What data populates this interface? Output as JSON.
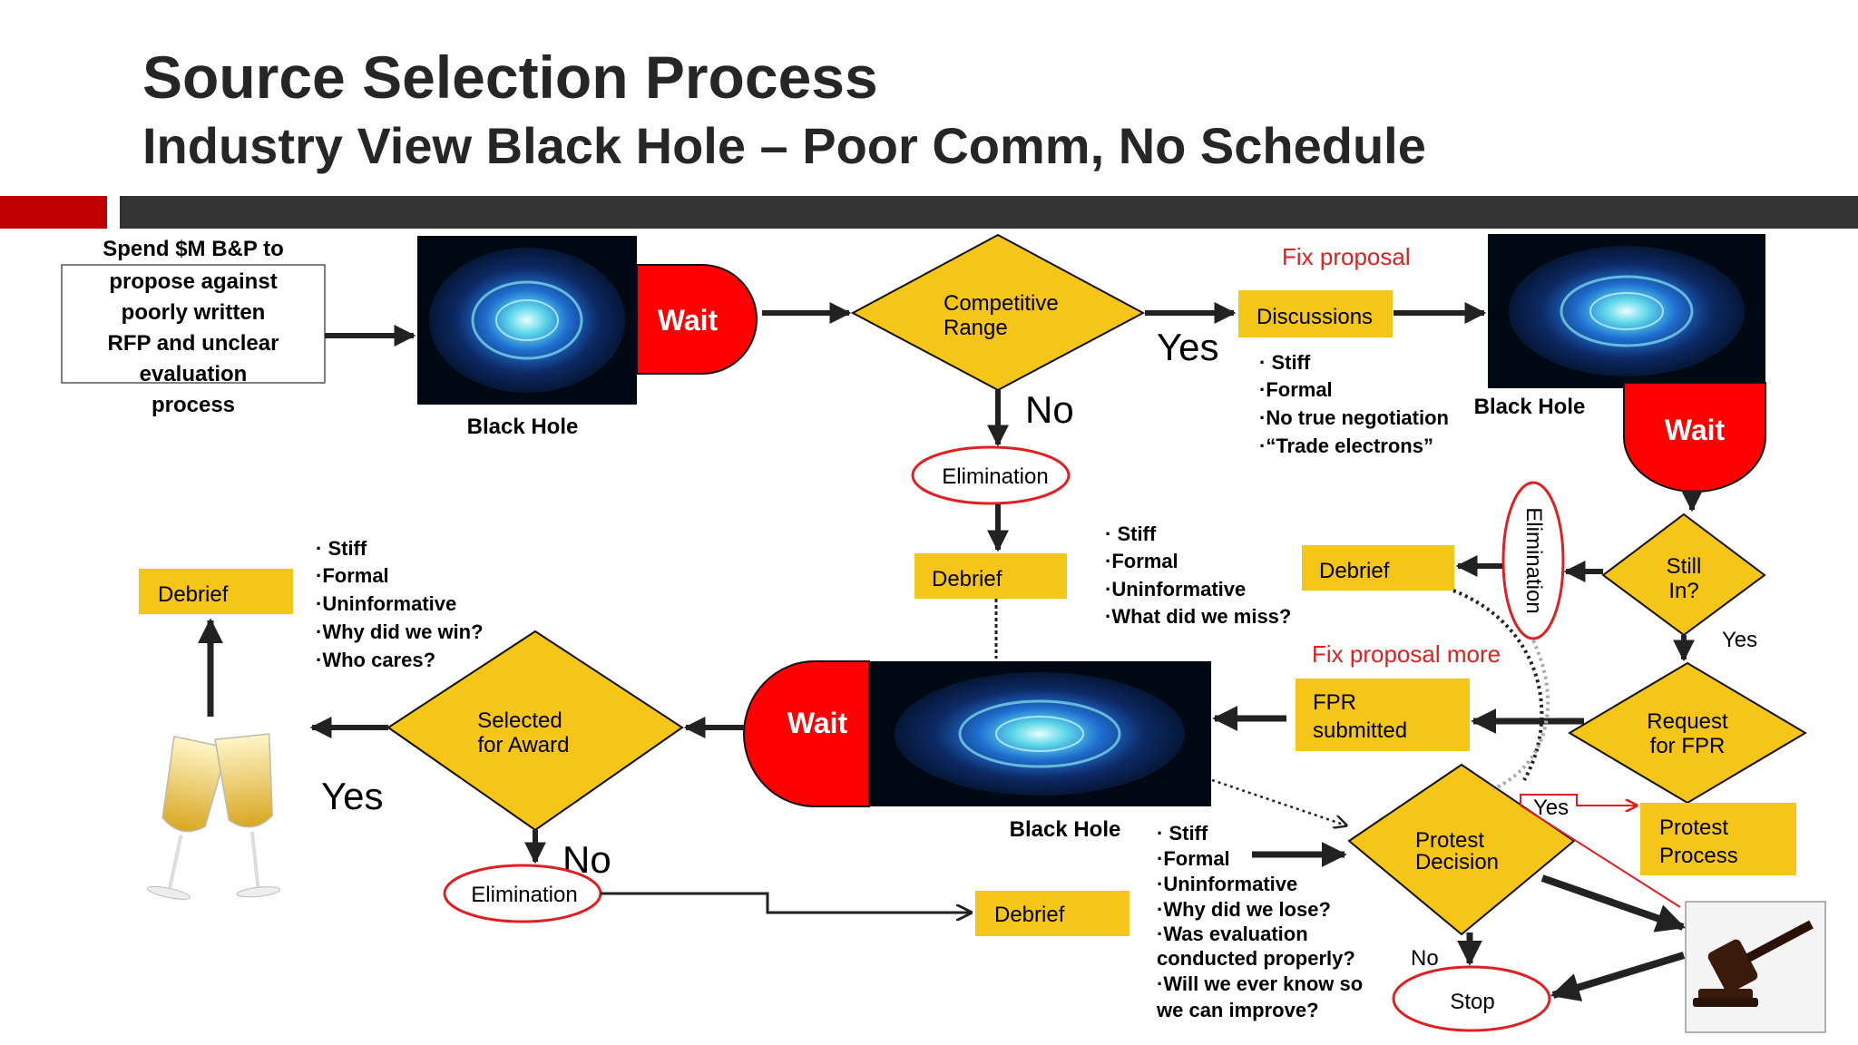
{
  "header": {
    "title": "Source Selection Process",
    "subtitle": "Industry View Black Hole – Poor Comm, No Schedule"
  },
  "start_box": [
    "Spend $M B&P to",
    "propose against",
    "poorly written",
    "RFP and unclear",
    "evaluation",
    "process"
  ],
  "black_hole_label": "Black Hole",
  "wait_label": "Wait",
  "diamonds": {
    "competitive_range": [
      "Competitive",
      "Range"
    ],
    "still_in": [
      "Still",
      "In?"
    ],
    "request_fpr": [
      "Request",
      "for FPR"
    ],
    "protest_decision": [
      "Protest",
      "Decision"
    ],
    "selected_for_award": [
      "Selected",
      "for Award"
    ]
  },
  "boxes": {
    "discussions": "Discussions",
    "debrief": "Debrief",
    "fpr_submitted": [
      "FPR",
      "submitted"
    ],
    "protest_process": [
      "Protest",
      "Process"
    ]
  },
  "ovals": {
    "elimination": "Elimination",
    "stop": "Stop"
  },
  "answers": {
    "yes": "Yes",
    "no": "No"
  },
  "red_notes": {
    "fix_proposal": "Fix proposal",
    "fix_proposal_more": "Fix proposal more"
  },
  "bullets": {
    "discussions": [
      "· Stiff",
      "·Formal",
      "·No true negotiation",
      "·“Trade electrons”"
    ],
    "debrief_mid": [
      "· Stiff",
      "·Formal",
      "·Uninformative",
      "·What did we miss?"
    ],
    "debrief_win": [
      "· Stiff",
      "·Formal",
      "·Uninformative",
      "·Why did we win?",
      "·Who cares?"
    ],
    "debrief_lose": [
      "· Stiff",
      "·Formal",
      "·Uninformative",
      "·Why did we lose?",
      "·Was evaluation",
      "conducted properly?",
      "·Will we ever know so",
      "we can improve?"
    ]
  },
  "colors": {
    "diamond_fill": "#f5c518",
    "box_fill": "#f5c518",
    "wait_fill": "#ff0000",
    "oval_stroke": "#e02020",
    "bar_dark": "#333333",
    "bar_red": "#c00000",
    "note_red": "#e02020"
  },
  "icons": [
    "black-hole-icon",
    "champagne-icon",
    "gavel-icon"
  ]
}
